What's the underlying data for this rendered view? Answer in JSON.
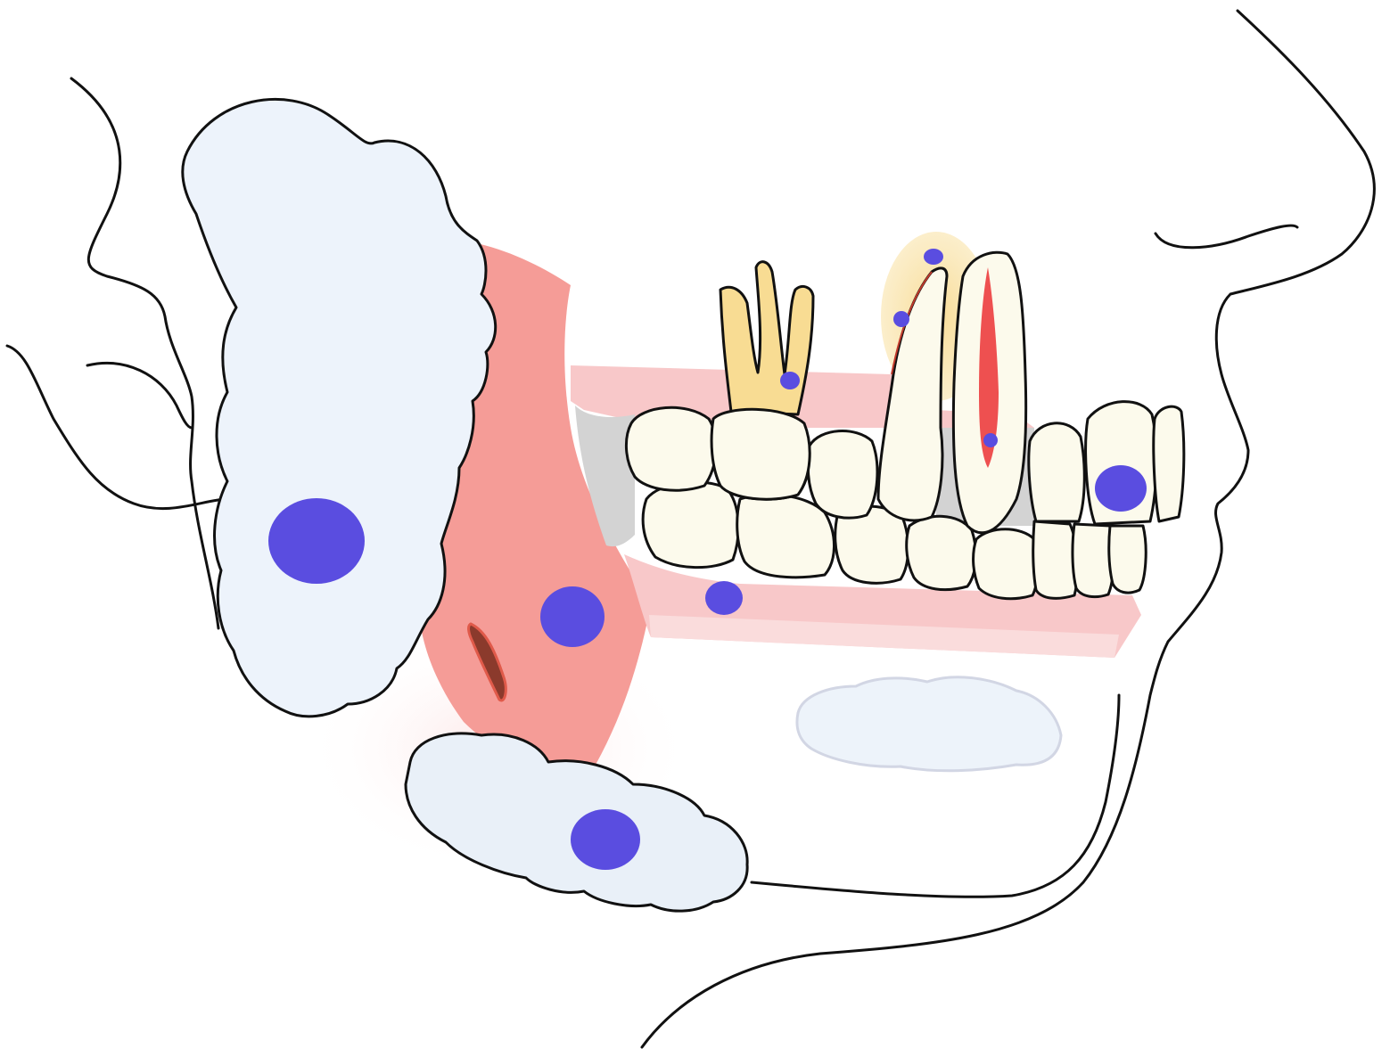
{
  "colors": {
    "background": "#ffffff",
    "outline": "#111111",
    "gland": "#edf3fb",
    "gland_lower": "#e9f0f8",
    "masseter": "#f59c97",
    "masseter_light": "#fbe3e2",
    "gum": "#f8c8c9",
    "tooth": "#fcfaec",
    "root_yellow": "#f8dc93",
    "abscess_halo": "#fae3a8",
    "pulp": "#ee5050",
    "bone_gray": "#d3d3d3",
    "marker": "#5a4de0",
    "wound": "#c0392b",
    "tongue_cloud": "#edf3fa"
  },
  "hotspots": [
    {
      "id": "parotid-gland",
      "size": "large"
    },
    {
      "id": "masseter-muscle",
      "size": "large"
    },
    {
      "id": "submandibular-gland",
      "size": "large"
    },
    {
      "id": "lower-gum",
      "size": "medium"
    },
    {
      "id": "molar-root",
      "size": "small"
    },
    {
      "id": "root-apex-abscess",
      "size": "small"
    },
    {
      "id": "root-surface",
      "size": "small"
    },
    {
      "id": "pulp-canal",
      "size": "small"
    },
    {
      "id": "incisor",
      "size": "large"
    }
  ]
}
